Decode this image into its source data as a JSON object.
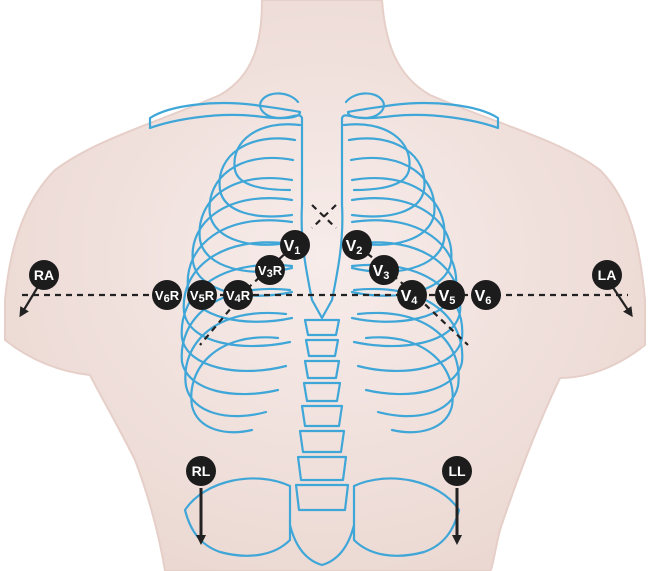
{
  "figure": {
    "colors": {
      "skin": "#f2e4df",
      "skin_edge": "#e2c9c1",
      "bone": "#3fa6d8",
      "electrode": "#1c1c1c",
      "electrode_text": "#ffffff",
      "lead_line": "#222222"
    },
    "electrodes": {
      "RA": {
        "main": "RA",
        "sub": ""
      },
      "LA": {
        "main": "LA",
        "sub": ""
      },
      "RL": {
        "main": "RL",
        "sub": ""
      },
      "LL": {
        "main": "LL",
        "sub": ""
      },
      "V1": {
        "main": "V",
        "sub": "1"
      },
      "V2": {
        "main": "V",
        "sub": "2"
      },
      "V3": {
        "main": "V",
        "sub": "3"
      },
      "V3R": {
        "main": "V",
        "sub": "3",
        "suffix": "R"
      },
      "V4": {
        "main": "V",
        "sub": "4"
      },
      "V4R": {
        "main": "V",
        "sub": "4",
        "suffix": "R"
      },
      "V5": {
        "main": "V",
        "sub": "5"
      },
      "V5R": {
        "main": "V",
        "sub": "5",
        "suffix": "R"
      },
      "V6": {
        "main": "V",
        "sub": "6"
      },
      "V6R": {
        "main": "V",
        "sub": "6",
        "suffix": "R"
      }
    }
  }
}
